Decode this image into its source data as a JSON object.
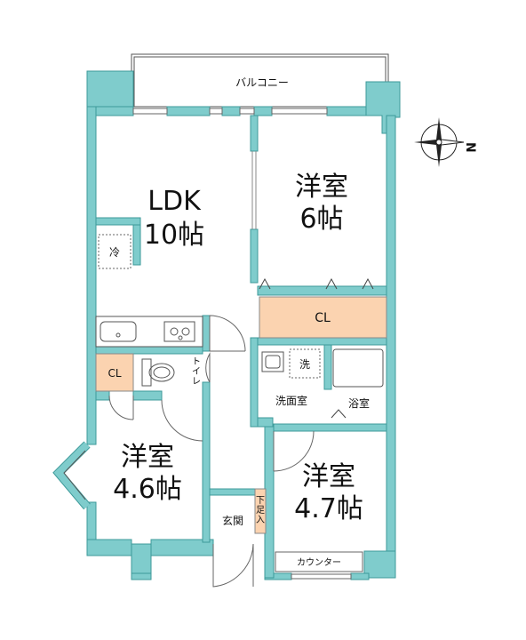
{
  "balcony": "バルコニー",
  "rooms": {
    "ldk_name": "LDK",
    "ldk_size": "10帖",
    "bed1_name": "洋室",
    "bed1_size": "6帖",
    "bed2_name": "洋室",
    "bed2_size": "4.6帖",
    "bed3_name": "洋室",
    "bed3_size": "4.7帖"
  },
  "fixtures": {
    "fridge": "冷",
    "closet_main": "CL",
    "closet_small": "CL",
    "toilet": "トイレ",
    "washer": "洗",
    "washroom": "洗面室",
    "bath": "浴室",
    "entrance": "玄関",
    "shoe_box": "下足入",
    "counter": "カウンター"
  },
  "compass": {
    "north_label": "N"
  },
  "colors": {
    "wall": "#7fcccc",
    "wall_edge": "#3d9a9a",
    "closet": "#fbd3b0"
  }
}
